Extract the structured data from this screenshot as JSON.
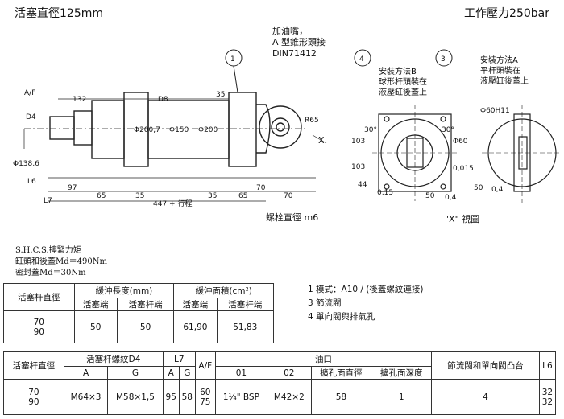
{
  "header": {
    "left": "活塞直徑125mm",
    "right": "工作壓力250bar"
  },
  "drawing": {
    "circle1": "1",
    "circle3": "3",
    "circle4": "4",
    "oil_note": [
      "加油嘴，",
      "A 型錐形頭接",
      "DIN71412"
    ],
    "method_b": [
      "安裝方法B",
      "球形杆頭裝在",
      "液壓缸後蓋上"
    ],
    "method_a": [
      "安裝方法A",
      "平杆頭裝在",
      "液壓缸後蓋上"
    ],
    "dims": {
      "af": "A/F",
      "d4": "D4",
      "d132": "132",
      "d8": "D8",
      "d35a": "35",
      "r65": "R65",
      "dia138": "Φ138,6",
      "l6": "L6",
      "d97": "97",
      "l7": "L7",
      "d65a": "65",
      "d35b": "35",
      "stroke": "447 + 行程",
      "d35c": "35",
      "d65b": "65",
      "d70a": "70",
      "d70b": "70",
      "dia200a": "Φ200,7",
      "dia150": "Φ150",
      "dia200b": "Φ200",
      "x_arrow": "X",
      "d103a": "103",
      "d103b": "103",
      "d30a": "30°",
      "d30b": "30°",
      "d44": "44",
      "d015": "0,15",
      "d50a": "50",
      "d04a": "0,4",
      "dia60": "Φ60",
      "d0015": "0,015",
      "dia60h11": "Φ60H11",
      "d50b": "50",
      "d04b": "0,4"
    },
    "bolt_note": "螺栓直徑 m6",
    "view_x": "\"X\" 視圖"
  },
  "torque": [
    "S.H.C.S.擰緊力矩",
    "缸頭和後蓋Md＝490Nm",
    "密封蓋Md＝30Nm"
  ],
  "notes": [
    "1  模式：A10 / (後蓋螺紋連接)",
    "3  節流閥",
    "4  單向閥與排氣孔"
  ],
  "table1": {
    "h_rod": "活塞杆直徑",
    "h_len": "緩沖長度(mm)",
    "h_area": "緩沖面積(cm²)",
    "h_piston": "活塞端",
    "h_rodend": "活塞杆端",
    "h_piston2": "活塞端",
    "h_rodend2": "活塞杆端",
    "rod1": "70",
    "rod2": "90",
    "len_p": "50",
    "len_r": "50",
    "area_p": "61,90",
    "area_r": "51,83"
  },
  "table2": {
    "h_rod": "活塞杆直徑",
    "h_thread": "活塞杆螺紋D4",
    "h_l7": "L7",
    "h_af": "A/F",
    "h_port": "油口",
    "h_valve": "節流閥和單向閥凸台",
    "h_l6": "L6",
    "h_a": "A",
    "h_g": "G",
    "h_a2": "A",
    "h_g2": "G",
    "h_01": "01",
    "h_02": "02",
    "h_depth": "擴孔面直徑",
    "h_deep": "擴孔面深度",
    "rod1": "70",
    "rod2": "90",
    "th_a": "M64×3",
    "th_g": "M58×1,5",
    "l7_a": "95",
    "l7_g": "58",
    "af1": "60",
    "af2": "75",
    "p01": "1¼\" BSP",
    "p02": "M42×2",
    "cb_d": "58",
    "cb_h": "1",
    "valve": "4",
    "l6_1": "32",
    "l6_2": "32"
  }
}
